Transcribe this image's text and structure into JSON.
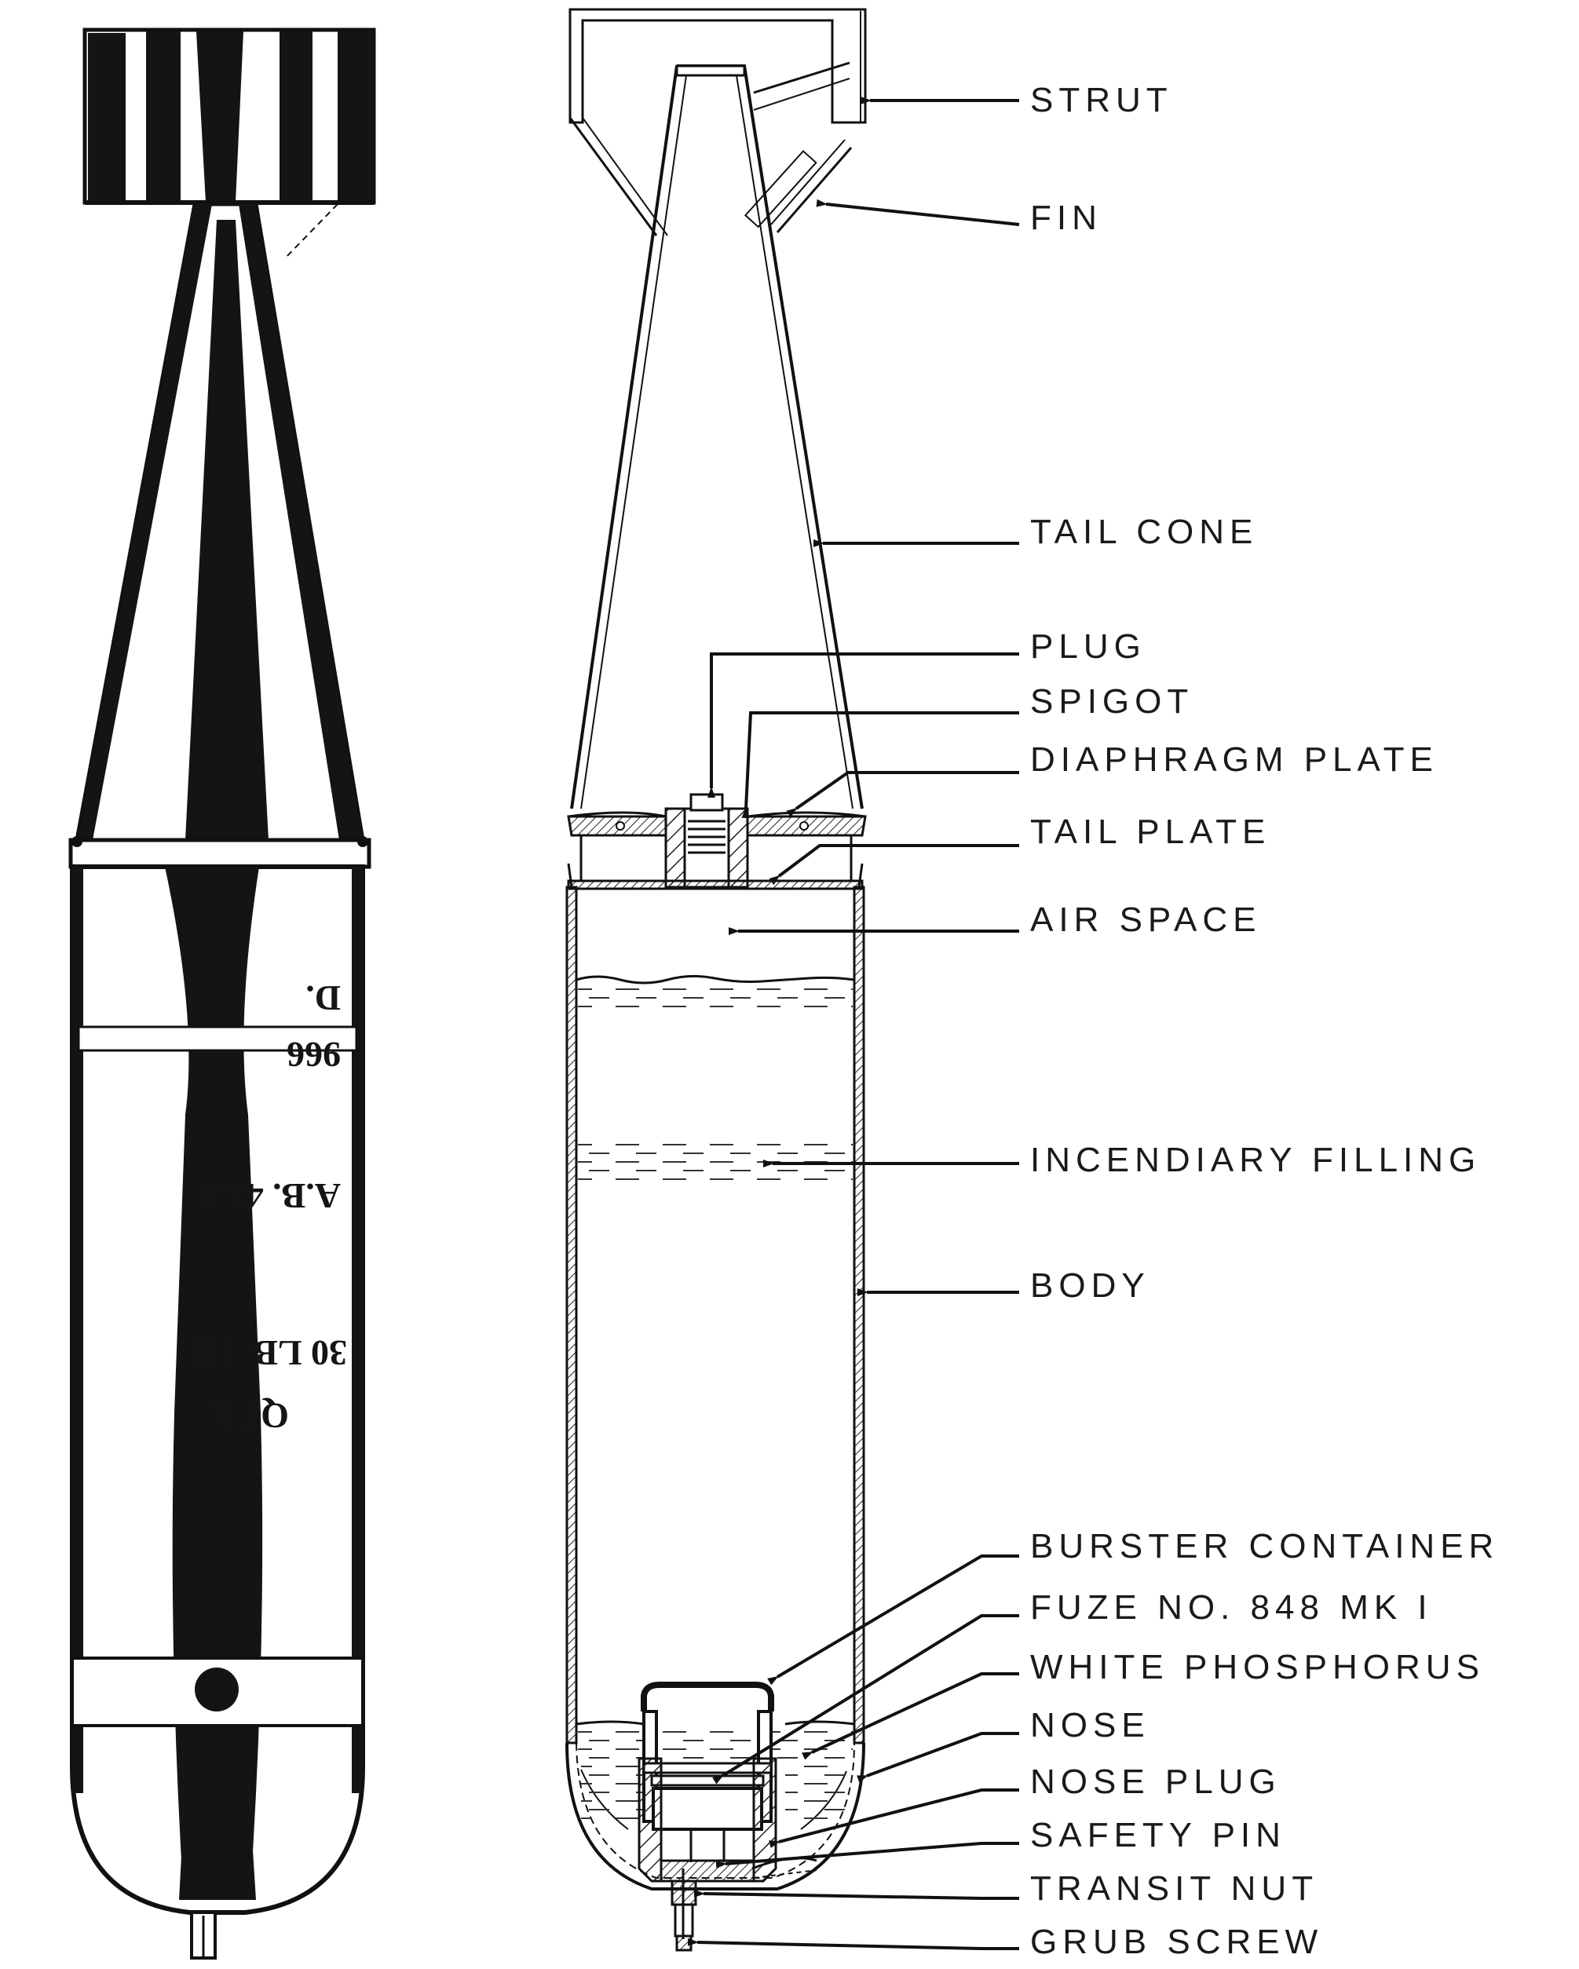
{
  "diagram": {
    "labels": {
      "strut": "STRUT",
      "fin": "FIN",
      "tail_cone": "TAIL CONE",
      "plug": "PLUG",
      "spigot": "SPIGOT",
      "diaphragm_plate": "DIAPHRAGM PLATE",
      "tail_plate": "TAIL PLATE",
      "air_space": "AIR SPACE",
      "incendiary_filling": "INCENDIARY FILLING",
      "body": "BODY",
      "burster_container": "BURSTER CONTAINER",
      "fuze": "FUZE NO. 848 MK I",
      "white_phosphorus": "WHITE PHOSPHORUS",
      "nose": "NOSE",
      "nose_plug": "NOSE PLUG",
      "safety_pin": "SAFETY PIN",
      "transit_nut": "TRANSIT NUT",
      "grub_screw": "GRUB SCREW"
    },
    "stencil": {
      "line1": "QTY.",
      "line2": "30 LB. III",
      "line3": "A.B. 42.6",
      "line4": "966",
      "line5": "D."
    },
    "colors": {
      "ink": "#151515",
      "paper": "#ffffff"
    }
  }
}
